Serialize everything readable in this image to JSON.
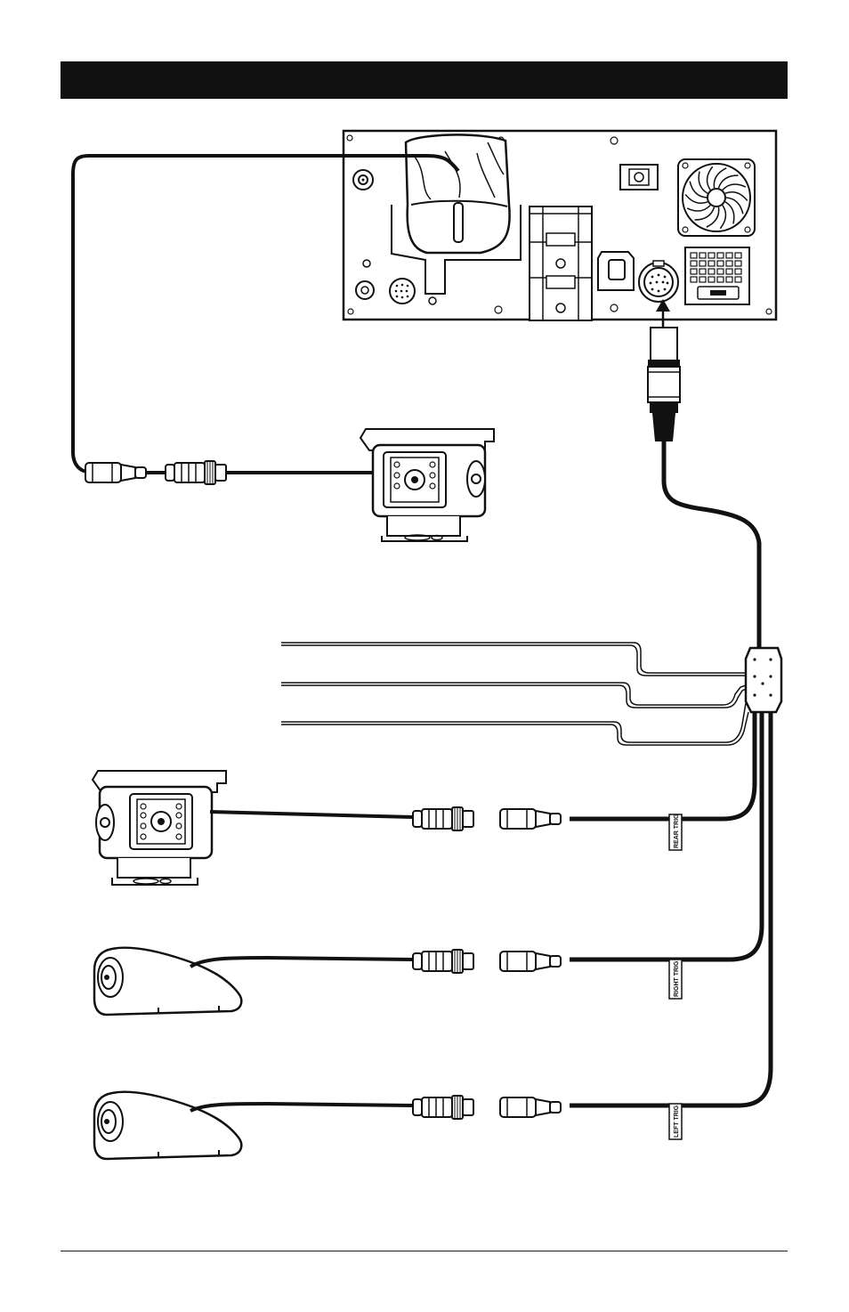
{
  "header": {
    "title": ""
  },
  "labels": {
    "rear_trig": "REAR TRIG",
    "right_trig": "RIGHT TRIG",
    "left_trig": "LEFT TRIG"
  },
  "colors": {
    "ink": "#111111",
    "paper": "#ffffff",
    "header": "#111111"
  },
  "icons": {
    "head_unit": "head-unit-rear-panel-icon",
    "front_camera": "box-camera-icon",
    "rear_camera": "box-camera-icon",
    "right_camera": "side-dome-camera-icon",
    "left_camera": "side-dome-camera-icon",
    "splitter": "trigger-splitter-icon"
  }
}
